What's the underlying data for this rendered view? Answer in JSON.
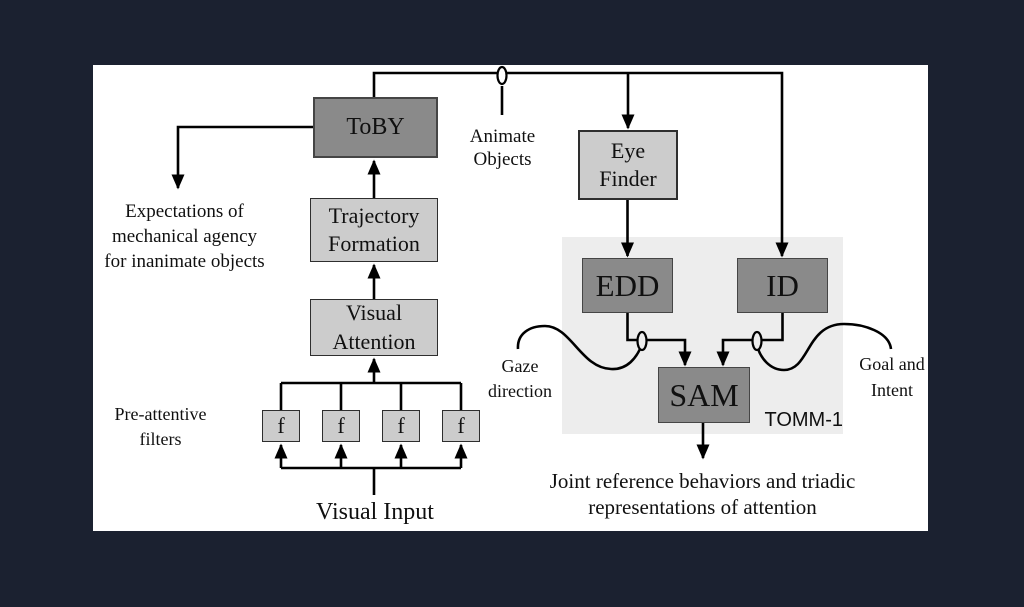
{
  "colors": {
    "background": "#1b2130",
    "canvas": "#ffffff",
    "dark_box_fill": "#8a8a8a",
    "dark_box_border": "#454545",
    "light_box_fill": "#cccccc",
    "light_box_border": "#2e2e2e",
    "tomm_region_fill": "#ededed",
    "line": "#000000"
  },
  "boxes": {
    "toby": "ToBY",
    "trajectory": [
      "Trajectory",
      "Formation"
    ],
    "visual_attention": [
      "Visual",
      "Attention"
    ],
    "eye_finder": [
      "Eye",
      "Finder"
    ],
    "edd": "EDD",
    "id": "ID",
    "sam": "SAM",
    "filter": "f"
  },
  "labels": {
    "expectations": [
      "Expectations of",
      "mechanical agency",
      "for inanimate objects"
    ],
    "animate_objects": [
      "Animate",
      "Objects"
    ],
    "pre_attentive_filters": [
      "Pre-attentive",
      "filters"
    ],
    "gaze_direction": [
      "Gaze",
      "direction"
    ],
    "goal_and_intent": [
      "Goal and",
      "Intent"
    ],
    "tomm_region": "TOMM-1",
    "visual_input": "Visual Input",
    "output_caption": [
      "Joint reference behaviors and triadic",
      "representations of attention"
    ]
  }
}
